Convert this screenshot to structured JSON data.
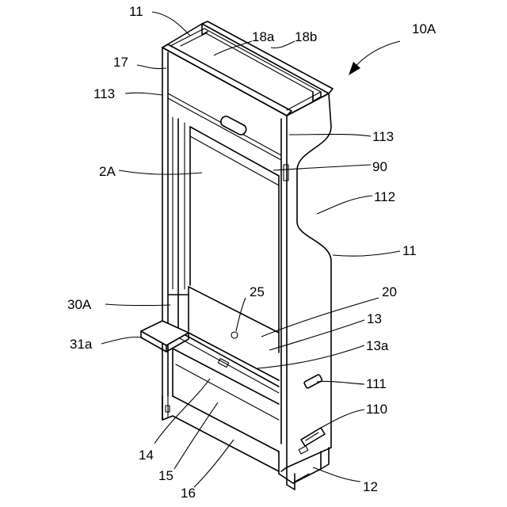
{
  "figure": {
    "assembly_label": "10A",
    "labels": {
      "top_11": "11",
      "l18a": "18a",
      "l18b": "18b",
      "l17": "17",
      "left_113": "113",
      "right_113": "113",
      "l2A": "2A",
      "l90": "90",
      "l112": "112",
      "right_11": "11",
      "l25": "25",
      "l20": "20",
      "l30A": "30A",
      "l13": "13",
      "l31a": "31a",
      "l13a": "13a",
      "l111": "111",
      "l110": "110",
      "l14": "14",
      "l15": "15",
      "l16": "16",
      "l12": "12"
    }
  }
}
